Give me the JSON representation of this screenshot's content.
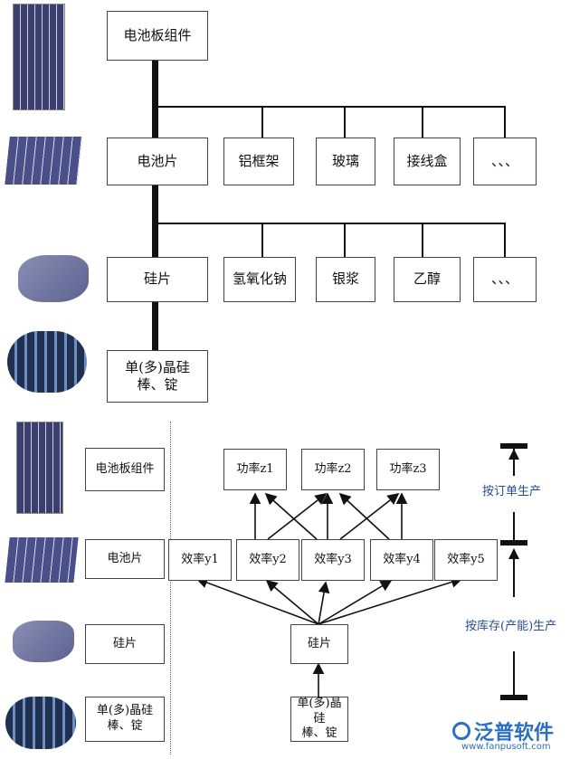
{
  "top_tree": {
    "root": "电池板组件",
    "level1": [
      "电池片",
      "铝框架",
      "玻璃",
      "接线盒",
      "、、、"
    ],
    "level2": [
      "硅片",
      "氢氧化钠",
      "银浆",
      "乙醇",
      "、、、"
    ],
    "level3": "单(多)晶硅\n棒、锭"
  },
  "bottom": {
    "stages": [
      "电池板组件",
      "电池片",
      "硅片",
      "单(多)晶硅\n棒、锭"
    ],
    "power": [
      "功率z1",
      "功率z2",
      "功率z3"
    ],
    "efficiency": [
      "效率y1",
      "效率y2",
      "效率y3",
      "效率y4",
      "效率y5"
    ],
    "wafer": "硅片",
    "ingot": "单(多)晶硅\n棒、锭",
    "order_label": "按订单生产",
    "stock_label": "按库存(产能)生产"
  },
  "watermark": {
    "brand": "泛普软件",
    "url": "www.fanpusoft.com",
    "accent": "#2a6fc4"
  }
}
